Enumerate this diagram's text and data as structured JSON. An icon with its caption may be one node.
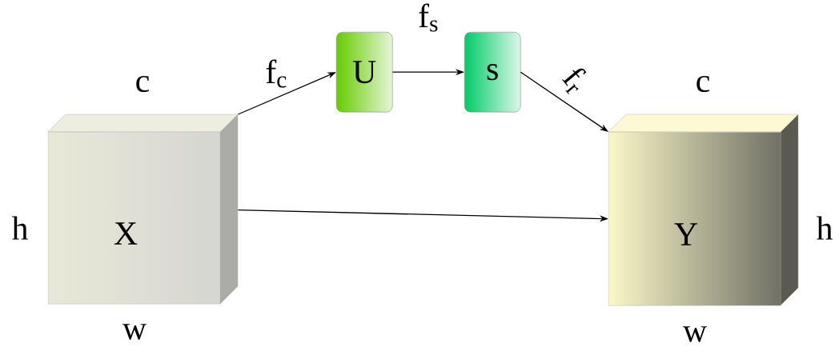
{
  "diagram": {
    "nodes": [
      {
        "text": [
          "X"
        ]
      },
      {
        "text": [
          "U"
        ]
      },
      {
        "text": [
          "s"
        ]
      },
      {
        "text": [
          "Y"
        ]
      }
    ],
    "edges": [
      {
        "from": 0,
        "to": 1,
        "arrow": "to",
        "label": "f$_{c}$"
      },
      {
        "from": 1,
        "to": 2,
        "arrow": "to",
        "label": "f$_{s}$"
      },
      {
        "from": 2,
        "to": 3,
        "arrow": "to",
        "label": "f$_{r}$"
      },
      {
        "from": 0,
        "to": 3,
        "arrow": "to"
      }
    ],
    "labels": [
      "c",
      "c",
      "h",
      "h",
      "w",
      "w"
    ]
  }
}
